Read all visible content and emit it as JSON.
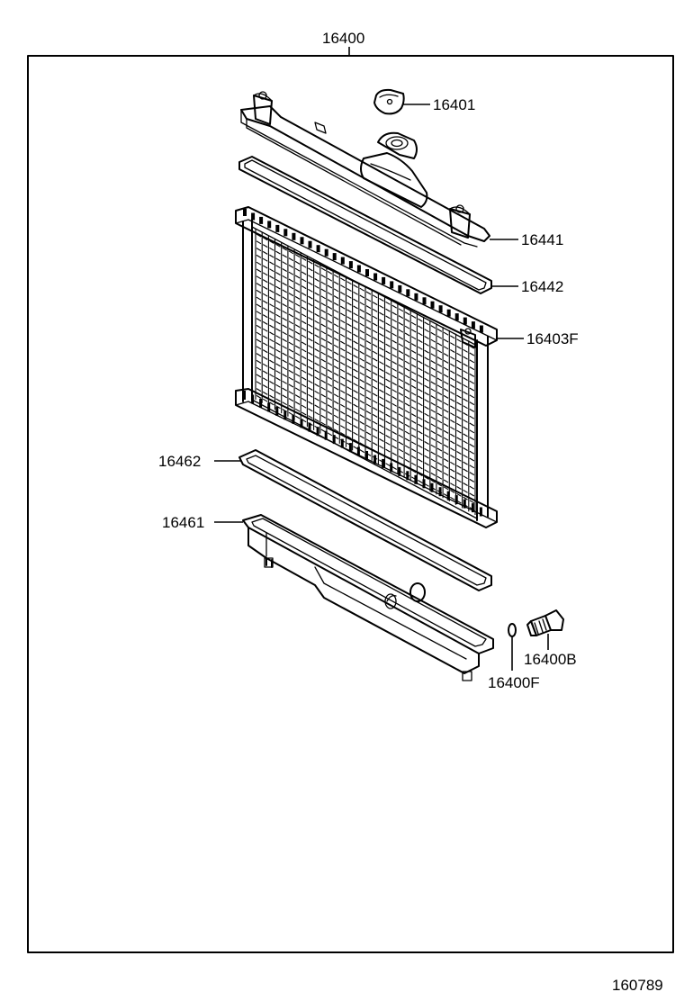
{
  "labels": {
    "assembly": "16400",
    "cap": "16401",
    "upper_tank": "16441",
    "upper_gasket": "16442",
    "core": "16403F",
    "lower_gasket": "16462",
    "lower_tank": "16461",
    "drain_cock": "16400B",
    "drain_o_ring": "16400F",
    "figure_number": "160789"
  }
}
